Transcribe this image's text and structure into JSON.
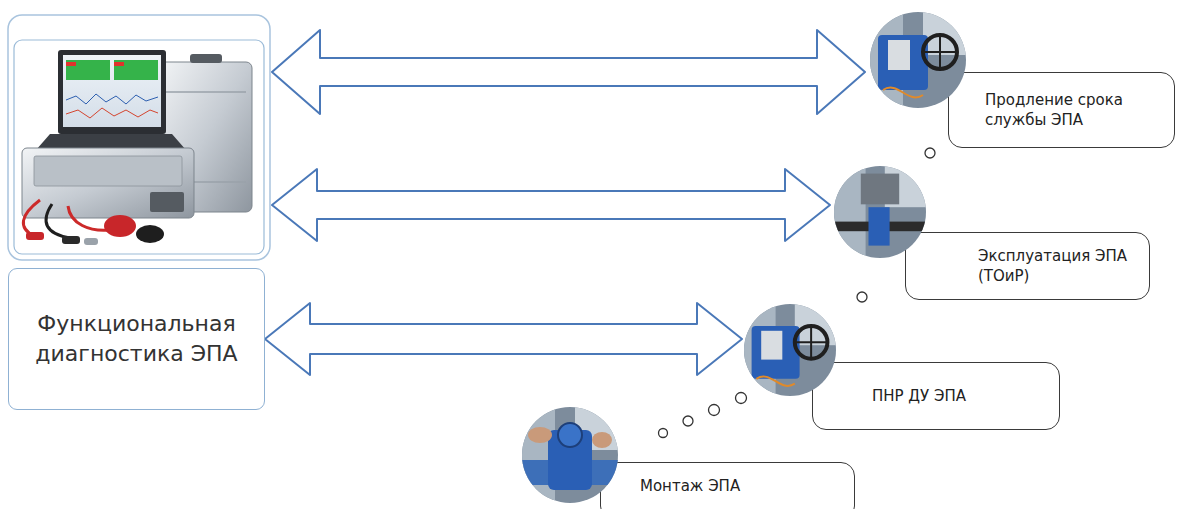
{
  "diagram": {
    "nodes": [
      {
        "text": [
          "Функциональная диагностика ЭПА"
        ]
      },
      {
        "text": [
          "Продление срока службы ЭПА"
        ]
      },
      {
        "text": [
          "Эксплуатация ЭПА (ТОиР)"
        ]
      },
      {
        "text": [
          "ПНР ДУ ЭПА"
        ]
      },
      {
        "text": [
          "Монтаж ЭПА"
        ]
      }
    ],
    "edges": [
      {
        "from": 0,
        "to": 3,
        "arrow": "both"
      }
    ]
  }
}
